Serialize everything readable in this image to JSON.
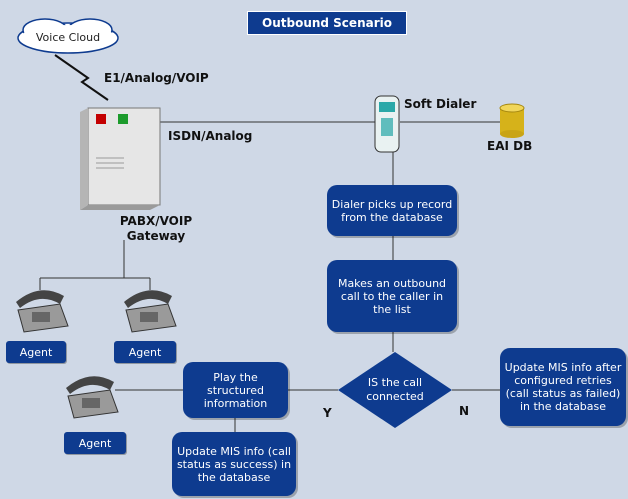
{
  "title": "Outbound Scenario",
  "cloud_label": "Voice Cloud",
  "link_label": "E1/Analog/VOIP",
  "isdn_label": "ISDN/Analog",
  "gateway_label": "PABX/VOIP Gateway",
  "dialer_label": "Soft Dialer",
  "db_label": "EAI DB",
  "flow": {
    "step1": "Dialer picks up record from the database",
    "step2": "Makes an outbound call to the caller in the list",
    "decision": "IS the call connected",
    "yes": "Y",
    "no": "N",
    "play": "Play the structured information",
    "success": "Update MIS info (call status as success) in the database",
    "failed": "Update MIS info after configured retries (call status as failed) in the database"
  },
  "agents": [
    "Agent",
    "Agent",
    "Agent"
  ],
  "colors": {
    "box": "#0e3b8f",
    "background": "#cfd8e6"
  }
}
